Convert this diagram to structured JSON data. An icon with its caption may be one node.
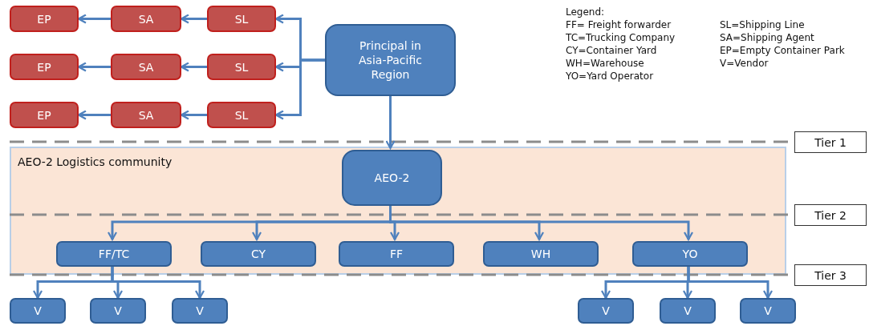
{
  "diagram": {
    "nodes": [
      {
        "text": [
          "EP"
        ]
      },
      {
        "text": [
          "SA"
        ]
      },
      {
        "text": [
          "SL"
        ]
      },
      {
        "text": [
          "Principal in Asia-Pacific Region"
        ]
      },
      {
        "text": [
          "EP"
        ]
      },
      {
        "text": [
          "SA"
        ]
      },
      {
        "text": [
          "SL"
        ]
      },
      {
        "text": [
          "EP"
        ]
      },
      {
        "text": [
          "SA"
        ]
      },
      {
        "text": [
          "SL"
        ]
      },
      {
        "text": [
          "Tier 1"
        ]
      },
      {
        "text": [
          "AEO-2 Logistics community"
        ]
      },
      {
        "text": [
          "AEO-2"
        ],
        "in": 11
      },
      {
        "text": [
          "Tier 2"
        ]
      },
      {
        "text": [
          "FF/TC"
        ],
        "in": 11
      },
      {
        "text": [
          "CY"
        ],
        "in": 11
      },
      {
        "text": [
          "FF"
        ],
        "in": 11
      },
      {
        "text": [
          "WH"
        ],
        "in": 11
      },
      {
        "text": [
          "YO"
        ],
        "in": 11
      },
      {
        "text": [
          "Tier 3"
        ]
      },
      {
        "text": [
          "V"
        ]
      },
      {
        "text": [
          "V"
        ]
      },
      {
        "text": [
          "V"
        ]
      },
      {
        "text": [
          "V"
        ]
      },
      {
        "text": [
          "V"
        ]
      },
      {
        "text": [
          "V"
        ]
      }
    ],
    "edges": [
      {
        "from": 3,
        "to": 2,
        "arrow": "to"
      },
      {
        "from": 3,
        "to": 6,
        "arrow": "to"
      },
      {
        "from": 3,
        "to": 9,
        "arrow": "to"
      },
      {
        "from": 2,
        "to": 1,
        "arrow": "to"
      },
      {
        "from": 1,
        "to": 0,
        "arrow": "to"
      },
      {
        "from": 6,
        "to": 5,
        "arrow": "to"
      },
      {
        "from": 5,
        "to": 4,
        "arrow": "to"
      },
      {
        "from": 9,
        "to": 8,
        "arrow": "to"
      },
      {
        "from": 8,
        "to": 7,
        "arrow": "to"
      },
      {
        "from": 3,
        "to": 12,
        "arrow": "to"
      },
      {
        "from": 12,
        "to": 14,
        "arrow": "to"
      },
      {
        "from": 12,
        "to": 15,
        "arrow": "to"
      },
      {
        "from": 12,
        "to": 16,
        "arrow": "to"
      },
      {
        "from": 12,
        "to": 17,
        "arrow": "to"
      },
      {
        "from": 12,
        "to": 18,
        "arrow": "to"
      },
      {
        "from": 14,
        "to": 20,
        "arrow": "to"
      },
      {
        "from": 14,
        "to": 21,
        "arrow": "to"
      },
      {
        "from": 14,
        "to": 22,
        "arrow": "to"
      },
      {
        "from": 18,
        "to": 23,
        "arrow": "to"
      },
      {
        "from": 18,
        "to": 24,
        "arrow": "to"
      },
      {
        "from": 18,
        "to": 25,
        "arrow": "to"
      }
    ],
    "labels": [
      "Legend:",
      "FF= Freight forwarder",
      "SL=Shipping Line",
      "TC=Trucking Company",
      "SA=Shipping Agent",
      "CY=Container Yard",
      "EP=Empty Container Park",
      "WH=Warehouse",
      "V=Vendor",
      "YO=Yard Operator"
    ]
  }
}
